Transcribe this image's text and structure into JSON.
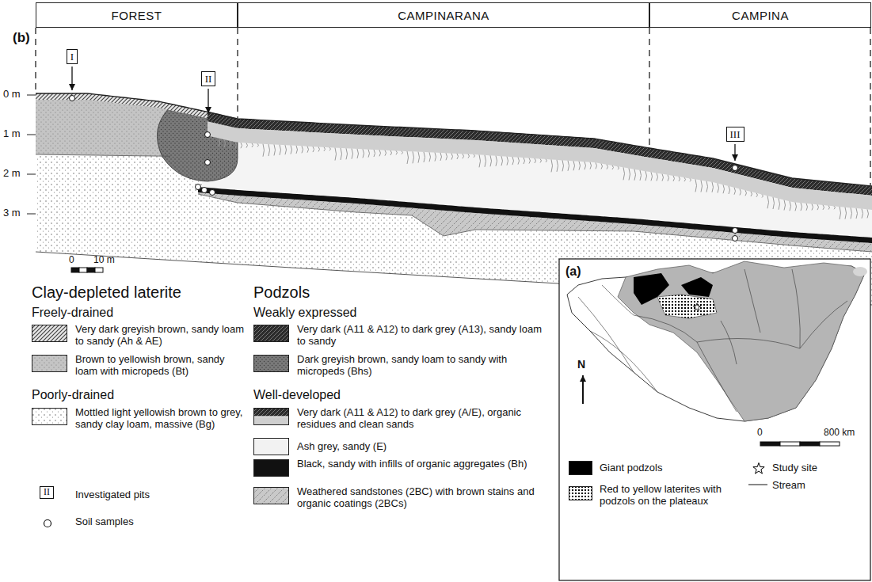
{
  "diagram": {
    "nodes": [
      {
        "text": [
          "FOREST"
        ]
      },
      {
        "text": [
          "CAMPINARANA"
        ]
      },
      {
        "text": [
          "CAMPINA"
        ]
      },
      {
        "text": [
          "I"
        ]
      },
      {
        "text": [
          "II"
        ]
      },
      {
        "text": [
          "III"
        ]
      }
    ],
    "labels": [
      "(b)",
      "0 m",
      "1 m",
      "2 m",
      "3 m",
      "0",
      "10 m",
      "Clay-depleted laterite",
      "Freely-drained",
      "Poorly-drained",
      "Podzols",
      "Weakly expressed",
      "Well-developed",
      "II",
      "(a)",
      "N",
      "0",
      "800 km"
    ],
    "legend": [
      {
        "text": "Very dark greyish brown, sandy loam to sandy (Ah & AE)"
      },
      {
        "text": "Brown to yellowish brown, sandy loam with micropeds (Bt)"
      },
      {
        "text": "Mottled light yellowish brown to grey, sandy clay loam, massive (Bg)"
      },
      {
        "text": "Very dark (A11 & A12) to dark grey (A13), sandy loam to sandy"
      },
      {
        "text": "Dark greyish brown, sandy loam to sandy with micropeds (Bhs)"
      },
      {
        "text": "Very dark (A11 & A12) to dark grey (A/E), organic residues and clean sands"
      },
      {
        "text": "Ash grey, sandy (E)",
        "color": "#f2f2f2"
      },
      {
        "text": "Black, sandy with infills of organic aggregates (Bh)",
        "color": "#111111"
      },
      {
        "text": "Weathered sandstones (2BC) with brown stains and organic coatings (2BCs)"
      },
      {
        "text": "Investigated pits"
      },
      {
        "text": "Soil samples"
      },
      {
        "text": "Giant podzols",
        "color": "#000000"
      },
      {
        "text": "Red to yellow laterites with podzols on the plateaux"
      },
      {
        "text": "Study site"
      },
      {
        "text": "Stream"
      }
    ]
  }
}
